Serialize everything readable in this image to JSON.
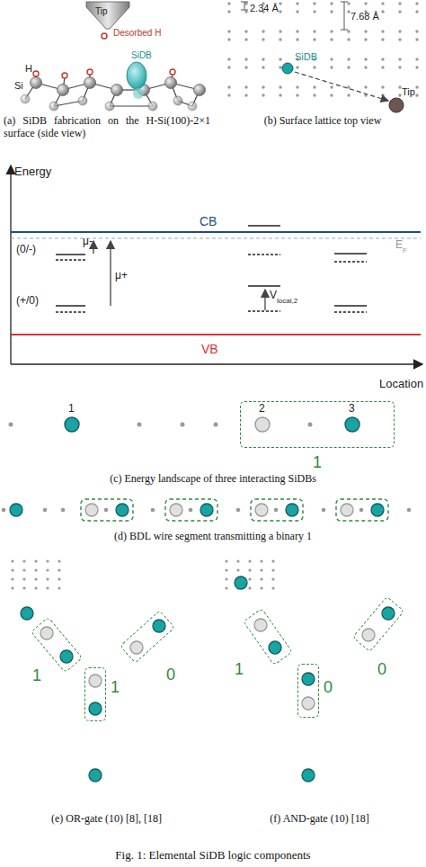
{
  "diagram": {
    "caption": "Fig. 1: Elemental SiDB logic components",
    "nodes": [
      {
        "text": [
          "1"
        ]
      },
      {
        "text": [
          "1"
        ]
      },
      {
        "text": [
          "0"
        ]
      },
      {
        "text": [
          "1"
        ]
      },
      {
        "text": [
          "1"
        ]
      },
      {
        "text": [
          "0"
        ]
      },
      {
        "text": [
          "0"
        ]
      }
    ],
    "labels": [
      "Tip",
      "Desorbed H",
      "H",
      "Si",
      "SiDB",
      "(a) SiDB fabrication on the H-Si(100)-2×1 surface (side view)",
      "2.34 Å",
      "7.68 Å",
      "SiDB",
      "Tip",
      "(b) Surface lattice top view",
      "Energy",
      "CB",
      "E",
      "F",
      "(0/-)",
      "μ-",
      "μ+",
      "(+/0)",
      "V",
      "local,2",
      "VB",
      "Location",
      "1",
      "2",
      "3",
      "(c) Energy landscape of three interacting SiDBs",
      "(d) BDL wire segment transmitting a binary 1",
      "(e) OR-gate (10) [8], [18]",
      "(f) AND-gate (10) [18]"
    ]
  }
}
